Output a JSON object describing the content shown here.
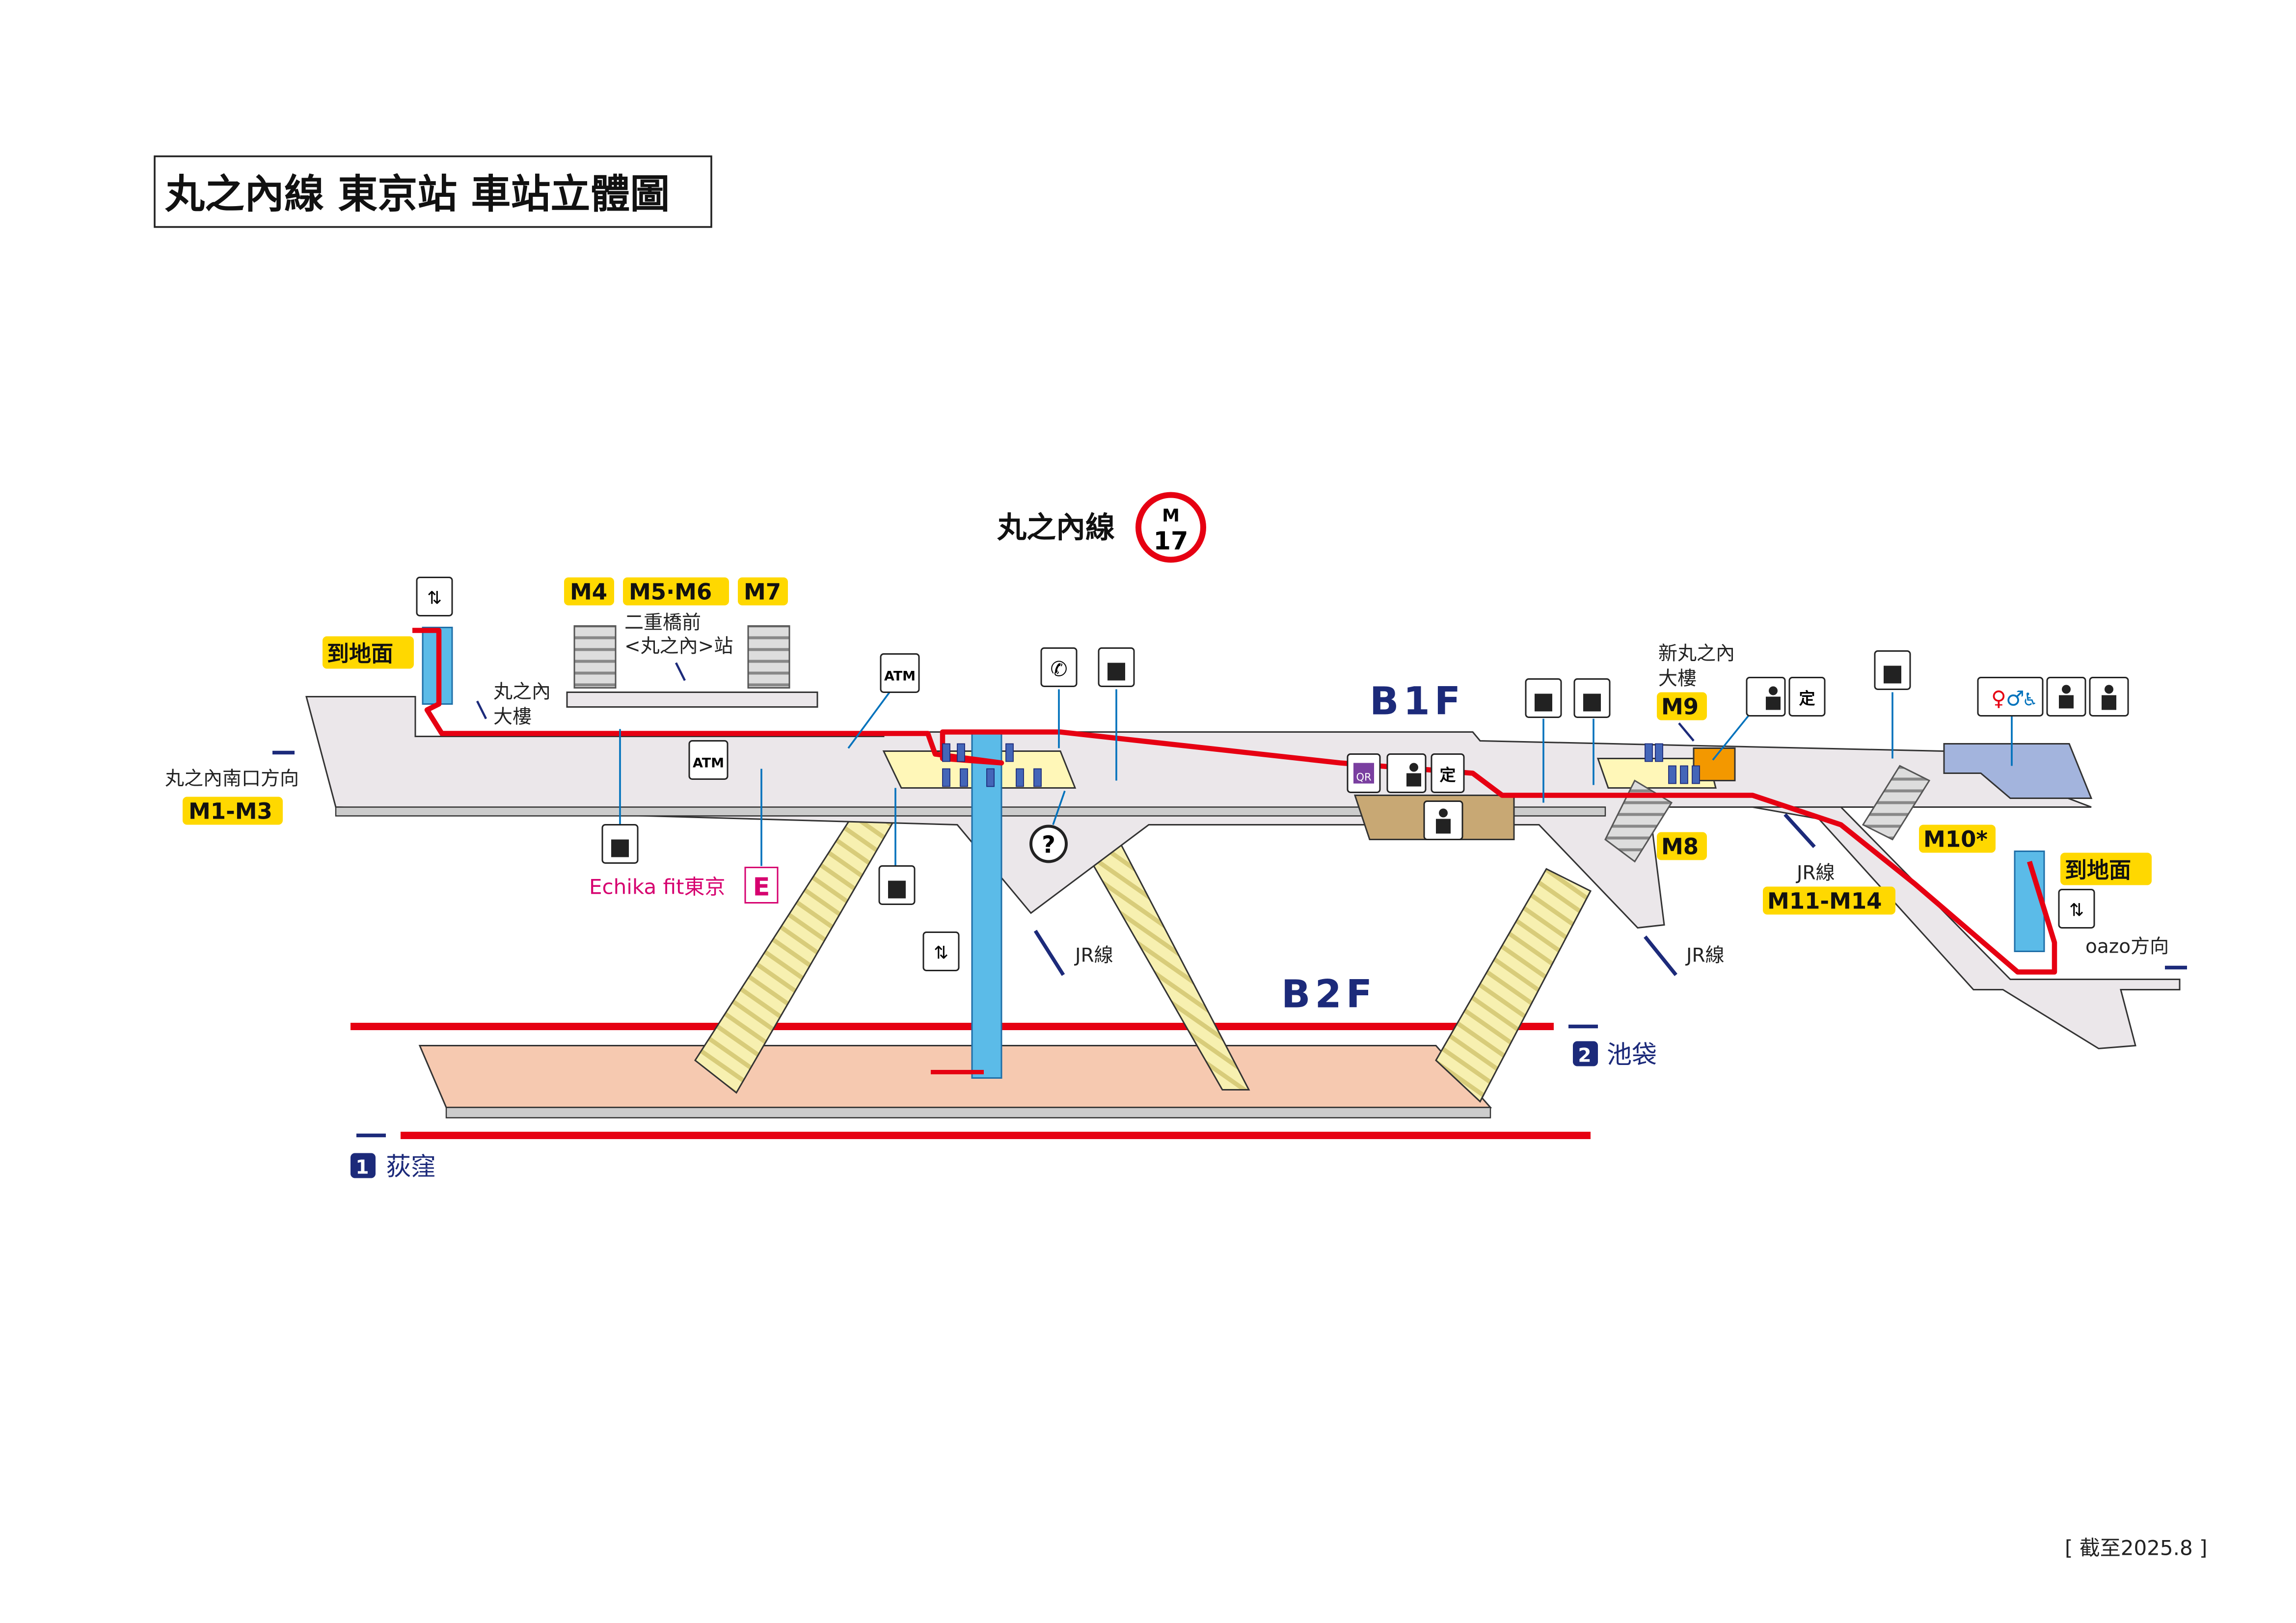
{
  "title": "丸之內線 東京站 車站立體圖",
  "line": {
    "name": "丸之內線",
    "badge_letter": "M",
    "badge_number": "17",
    "color": "#e60012"
  },
  "floors": {
    "b1": "B1F",
    "b2": "B2F"
  },
  "exits": {
    "m4": "M4",
    "m5m6": "M5·M6",
    "m7": "M7",
    "m1m3": "M1-M3",
    "m8": "M8",
    "m9": "M9",
    "m10": "M10*",
    "m11m14": "M11-M14",
    "to_ground_left": "到地面",
    "to_ground_right": "到地面"
  },
  "labels": {
    "nijubashi_1": "二重橋前",
    "nijubashi_2": "<丸之內>站",
    "marunouchi_bldg_1": "丸之內",
    "marunouchi_bldg_2": "大樓",
    "south_exit": "丸之內南口方向",
    "echika": "Echika fit東京",
    "echika_badge": "E",
    "shin_maru_1": "新丸之內",
    "shin_maru_2": "大樓",
    "jr_1": "JR線",
    "jr_2": "JR線",
    "jr_3": "JR線",
    "oazo": "oazo方向",
    "atm_1": "ATM",
    "atm_2": "ATM",
    "qr": "QR",
    "pass": "定",
    "info": "?"
  },
  "directions": {
    "ikebukuro_num": "2",
    "ikebukuro": "池袋",
    "ogikubo_num": "1",
    "ogikubo": "荻窪"
  },
  "as_of": "[ 截至2025.8 ]",
  "colors": {
    "exit_yellow": "#ffd800",
    "navy": "#1c2a7a",
    "pink": "#d6006f",
    "concourse": "#ebe7ea",
    "platform": "#f6c9b0",
    "elevator": "#5bbbe8"
  }
}
